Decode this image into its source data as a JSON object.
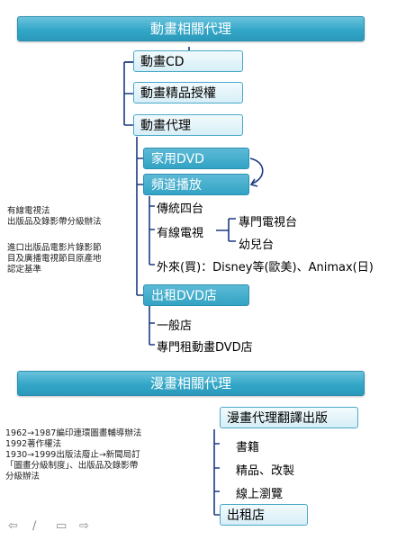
{
  "section1": {
    "title": "動畫相關代理",
    "nodes": {
      "cd": "動畫CD",
      "merch": "動畫精品授權",
      "agent": "動畫代理",
      "home_dvd": "家用DVD",
      "channel": "頻道播放",
      "traditional_tv": "傳統四台",
      "cable_tv": "有線電視",
      "dedicated_channel": "專門電視台",
      "kids_channel": "幼兒台",
      "foreign": "外來(買)：Disney等(歐美)、Animax(日)",
      "rental_dvd": "出租DVD店",
      "general_store": "一般店",
      "anime_dvd_store": "專門租動畫DVD店"
    },
    "notes": [
      "有線電視法",
      "出版品及錄影帶分級辦法",
      "進口出版品電影片錄影節",
      "目及廣播電視節目原產地",
      "認定基準"
    ]
  },
  "section2": {
    "title": "漫畫相關代理",
    "nodes": {
      "translation": "漫畫代理翻譯出版",
      "books": "書籍",
      "goods": "精品、改製",
      "online": "線上瀏覽",
      "rental": "出租店"
    },
    "notes": [
      "1962→1987編印連環圖畫輔導辦法",
      "1992著作權法",
      "1930→1999出版法廢止→新聞局訂",
      "「圖畫分級制度」、出版品及錄影帶",
      "分級辦法"
    ]
  },
  "nav": {
    "icons": [
      "arrow-left-icon",
      "pen-icon",
      "slide-icon",
      "arrow-right-icon"
    ],
    "glyphs": [
      "⇦",
      "∕",
      "▭",
      "⇨"
    ]
  },
  "colors": {
    "banner": "#33a7c8",
    "box_border": "#49a9c9",
    "box_dark": "#33a3c5",
    "connector": "#1c3a80"
  }
}
